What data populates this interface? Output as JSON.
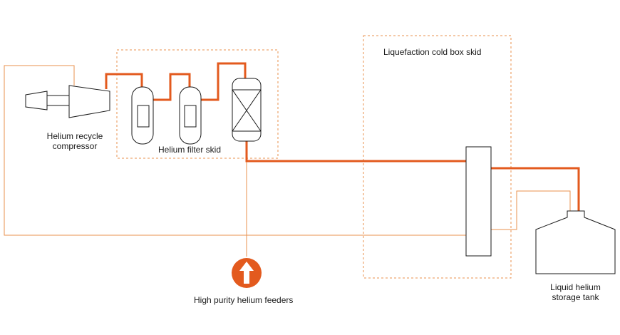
{
  "labels": {
    "compressor_line1": "Helium recycle",
    "compressor_line2": "compressor",
    "filter_skid": "Helium filter skid",
    "cold_box_skid": "Liquefaction cold box skid",
    "feeders": "High purity helium feeders",
    "tank_line1": "Liquid helium",
    "tank_line2": "storage tank"
  },
  "colors": {
    "accent_orange": "#e35a1e",
    "thin_orange": "#e8904e",
    "outline": "#1a1a1a",
    "background": "#ffffff"
  },
  "icons": {
    "feeder": "up-arrow-circle-icon"
  }
}
